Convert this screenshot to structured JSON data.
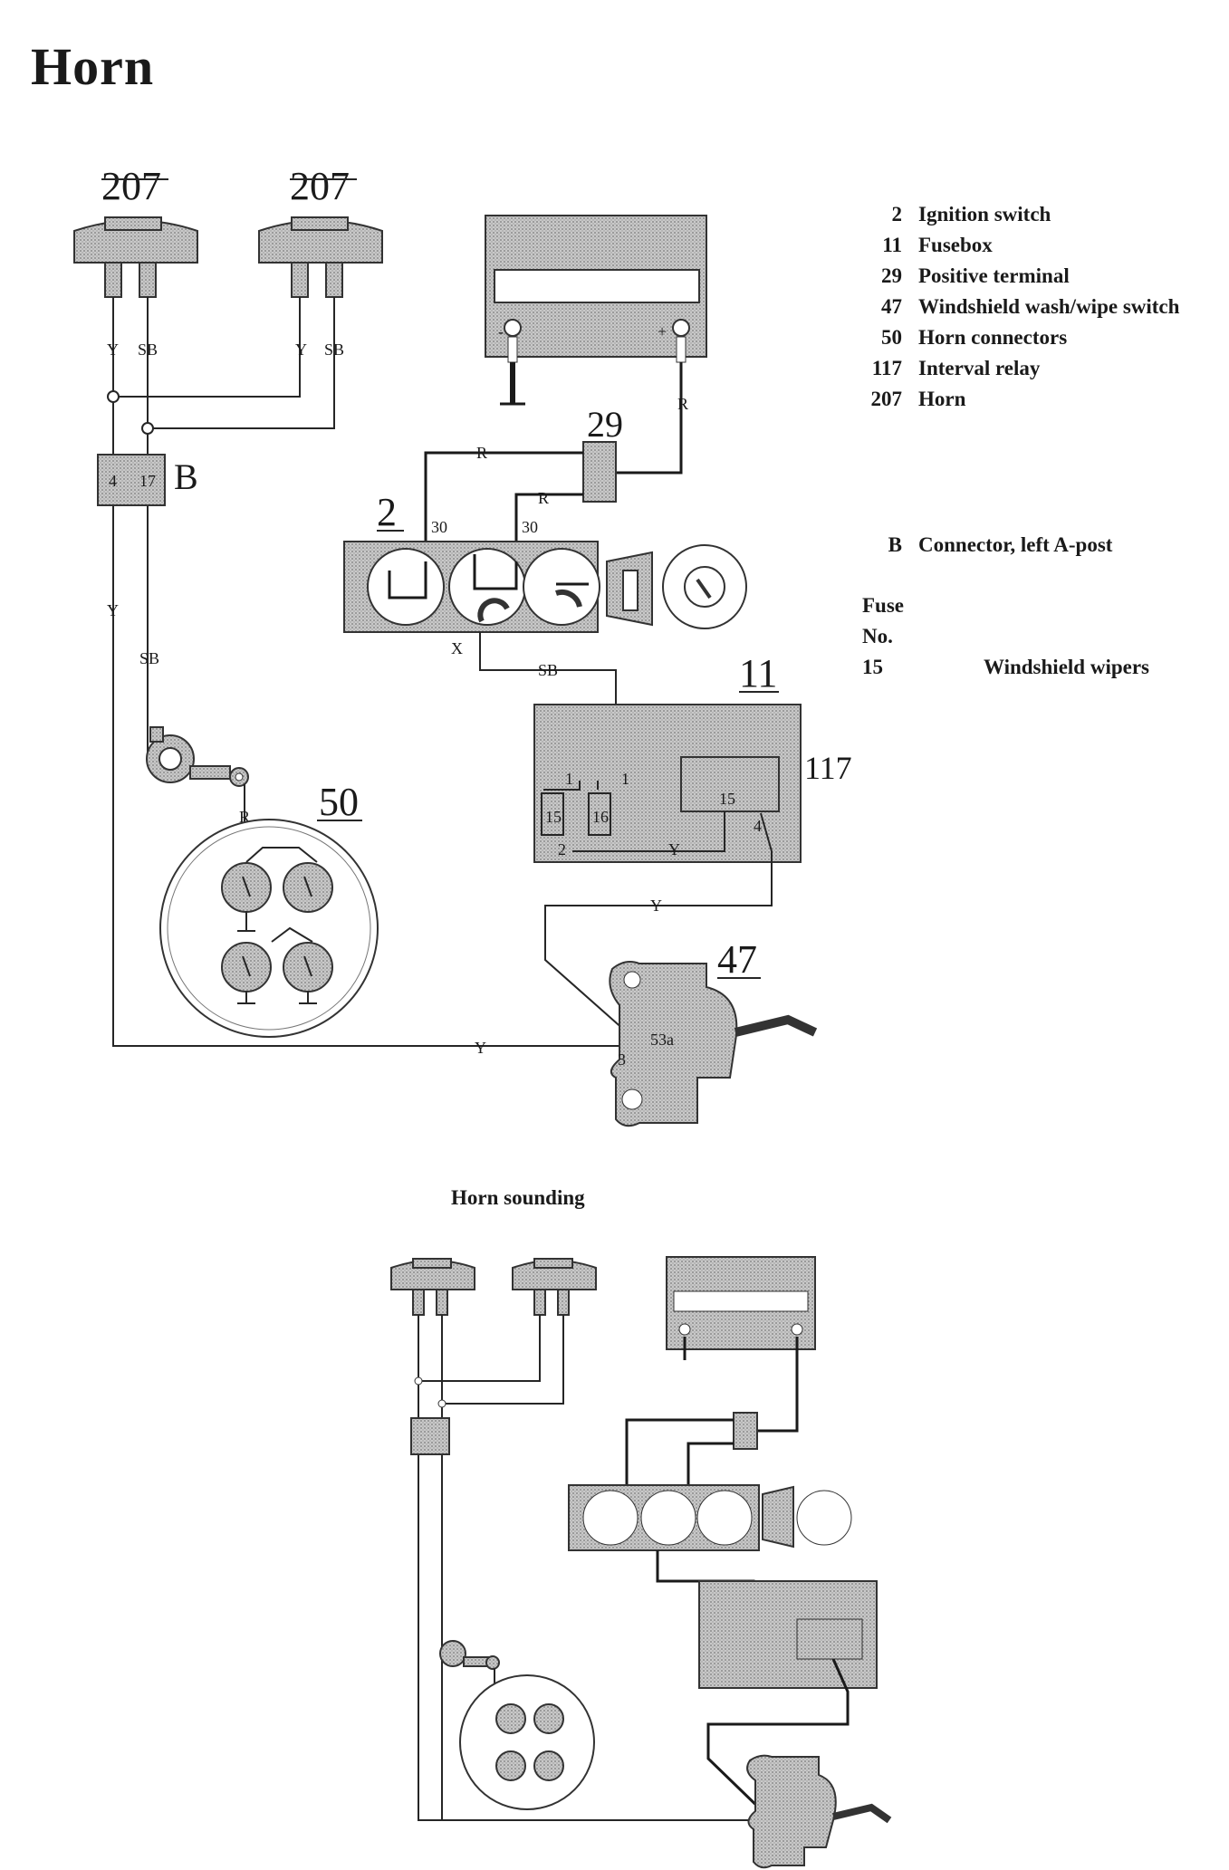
{
  "title": "Horn",
  "subtitle": "Horn sounding",
  "legend": [
    {
      "num": "2",
      "label": "Ignition switch"
    },
    {
      "num": "11",
      "label": "Fusebox"
    },
    {
      "num": "29",
      "label": "Positive terminal"
    },
    {
      "num": "47",
      "label": "Windshield wash/wipe switch"
    },
    {
      "num": "50",
      "label": "Horn connectors"
    },
    {
      "num": "117",
      "label": "Interval relay"
    },
    {
      "num": "207",
      "label": "Horn"
    }
  ],
  "connector": {
    "num": "B",
    "label": "Connector, left A-post"
  },
  "fuse": {
    "heading1": "Fuse",
    "heading2": "No.",
    "num": "15",
    "label": "Windshield wipers"
  },
  "components": {
    "horn1": "207",
    "horn2": "207",
    "ignition": "2",
    "positive": "29",
    "fusebox": "11",
    "relay": "117",
    "horn_connectors": "50",
    "switch": "47",
    "connector_b": "B"
  },
  "wire_labels": {
    "y": "Y",
    "sb": "SB",
    "r": "R",
    "x": "X",
    "t30": "30",
    "t1": "1",
    "t2": "2",
    "t3": "3",
    "t4": "4",
    "t15": "15",
    "t16": "16",
    "t17": "17",
    "t53a": "53a",
    "plus": "+",
    "minus": "-"
  }
}
